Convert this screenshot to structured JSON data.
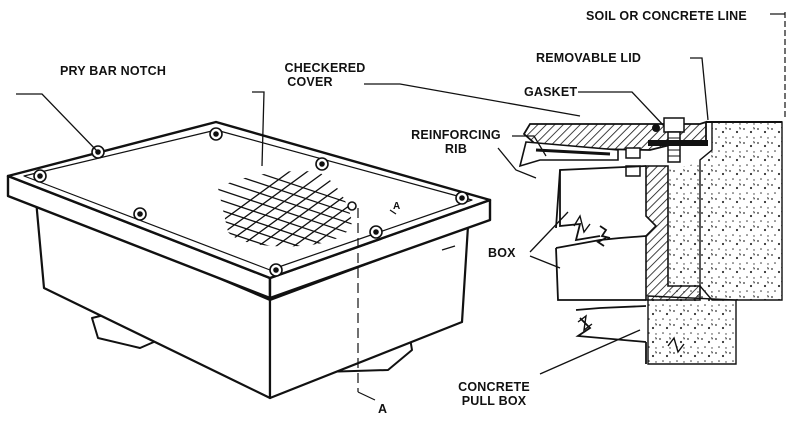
{
  "labels": {
    "pry_bar_notch": "PRY BAR NOTCH",
    "checkered_cover_1": "CHECKERED",
    "checkered_cover_2": "COVER",
    "soil_line": "SOIL OR CONCRETE LINE",
    "removable_lid": "REMOVABLE LID",
    "gasket": "GASKET",
    "reinforcing_rib_1": "REINFORCING",
    "reinforcing_rib_2": "RIB",
    "box": "BOX",
    "section_a_top": "A",
    "section_a_bottom": "A",
    "concrete_pull_box_1": "CONCRETE",
    "concrete_pull_box_2": "PULL BOX"
  },
  "colors": {
    "ink": "#111111",
    "paper": "#ffffff",
    "metal": "#ffffff",
    "concrete_stipple": "#333333"
  }
}
